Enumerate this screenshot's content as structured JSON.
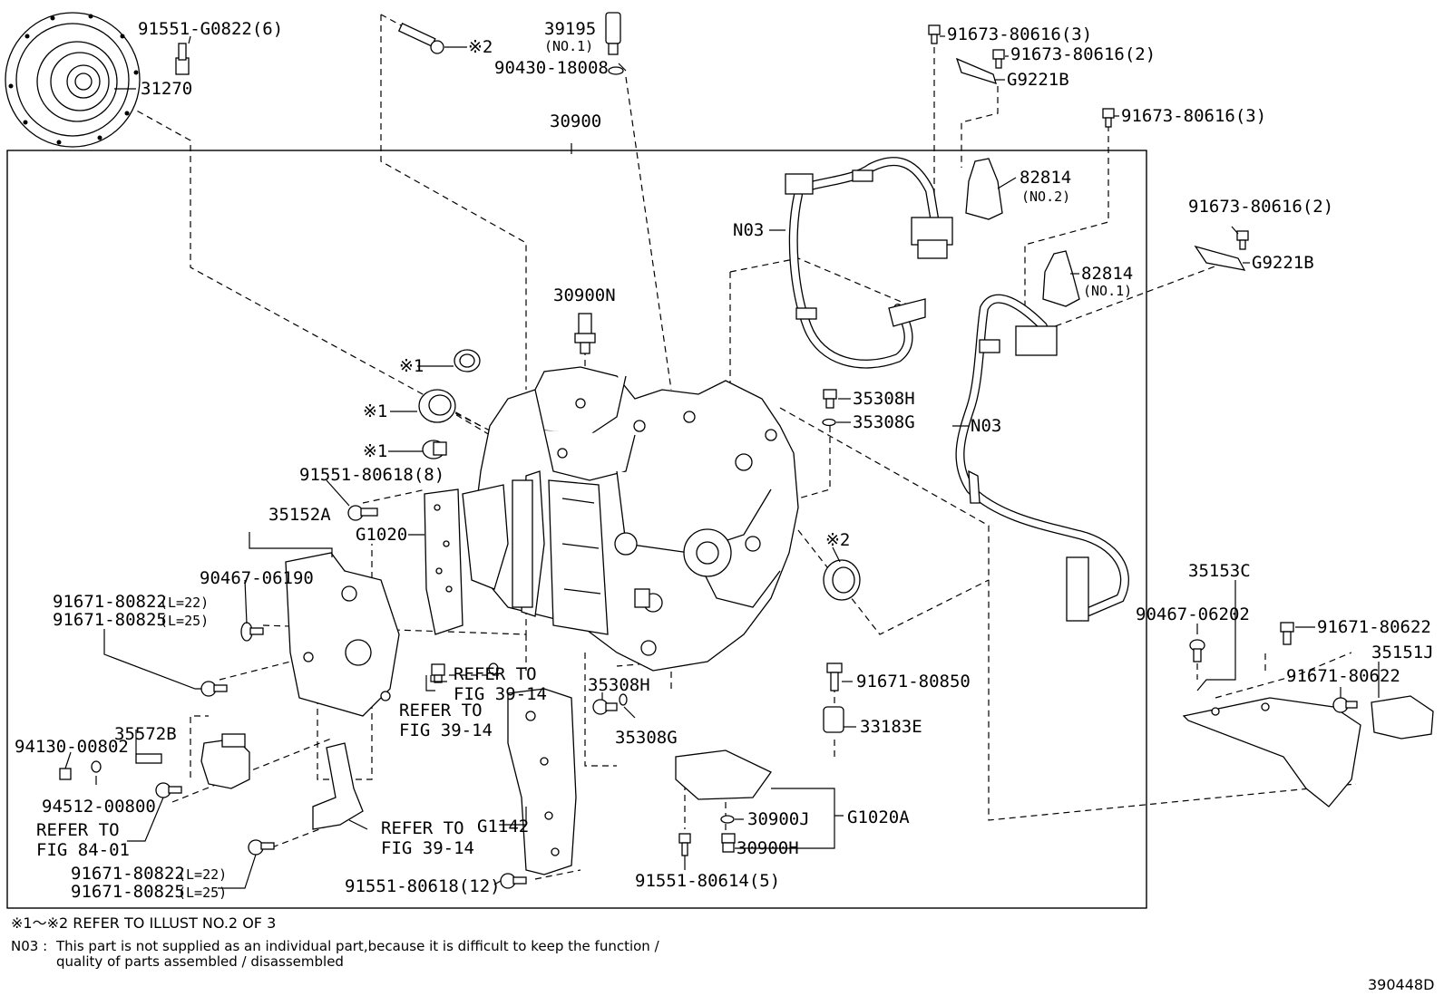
{
  "diagram_id": "390448D",
  "labels": {
    "p91551_g0822": "91551-G0822(6)",
    "p31270": "31270",
    "p39195": "39195",
    "p39195_sub": "(NO.1)",
    "p90430": "90430-18008",
    "mark2_top": "※2",
    "p30900": "30900",
    "p91673_a": "91673-80616(3)",
    "p91673_b": "91673-80616(2)",
    "pG9221B_a": "G9221B",
    "p91673_c": "91673-80616(3)",
    "p82814_a": "82814",
    "p82814_a_sub": "(NO.2)",
    "pN03_a": "N03",
    "p91673_d": "91673-80616(2)",
    "pG9221B_b": "G9221B",
    "p82814_b": "82814",
    "p82814_b_sub": "(NO.1)",
    "p30900N": "30900N",
    "mark1_a": "※1",
    "mark1_b": "※1",
    "mark1_c": "※1",
    "p35308H_a": "35308H",
    "p35308G_a": "35308G",
    "pN03_b": "N03",
    "p91551_80618_8": "91551-80618(8)",
    "p35152A": "35152A",
    "pG1020": "G1020",
    "mark2_mid": "※2",
    "p90467_06190": "90467-06190",
    "p91671_80822_a": "91671-80822",
    "p91671_80822_a_len": "(L=22)",
    "p91671_80825_a": "91671-80825",
    "p91671_80825_a_len": "(L=25)",
    "p35153C": "35153C",
    "p90467_06202": "90467-06202",
    "p91671_80622_a": "91671-80622",
    "p35151J": "35151J",
    "p91671_80622_b": "91671-80622",
    "refer_39_14_a1": "REFER TO",
    "refer_39_14_a2": "FIG 39-14",
    "refer_39_14_b1": "REFER TO",
    "refer_39_14_b2": "FIG 39-14",
    "p35308H_b": "35308H",
    "p35308G_b": "35308G",
    "p91671_80850": "91671-80850",
    "p33183E": "33183E",
    "p35572B": "35572B",
    "p94130": "94130-00802",
    "p94512": "94512-00800",
    "refer_84_01_1": "REFER TO",
    "refer_84_01_2": "FIG 84-01",
    "pG1142": "G1142",
    "p30900J": "30900J",
    "pG1020A": "G1020A",
    "p30900H": "30900H",
    "refer_39_14_c1": "REFER TO",
    "refer_39_14_c2": "FIG 39-14",
    "p91671_80822_b": "91671-80822",
    "p91671_80822_b_len": "(L=22)",
    "p91671_80825_b": "91671-80825",
    "p91671_80825_b_len": "(L=25)",
    "p91551_80618_12": "91551-80618(12)",
    "p91551_80614": "91551-80614(5)"
  },
  "notes": {
    "mark_ref": "※1～※2 REFER TO ILLUST NO.2 OF 3",
    "n03_key": "N03 :",
    "n03_line1": "This part is not supplied as an individual part,because it is difficult to keep the function /",
    "n03_line2": "quality of parts assembled / disassembled"
  }
}
